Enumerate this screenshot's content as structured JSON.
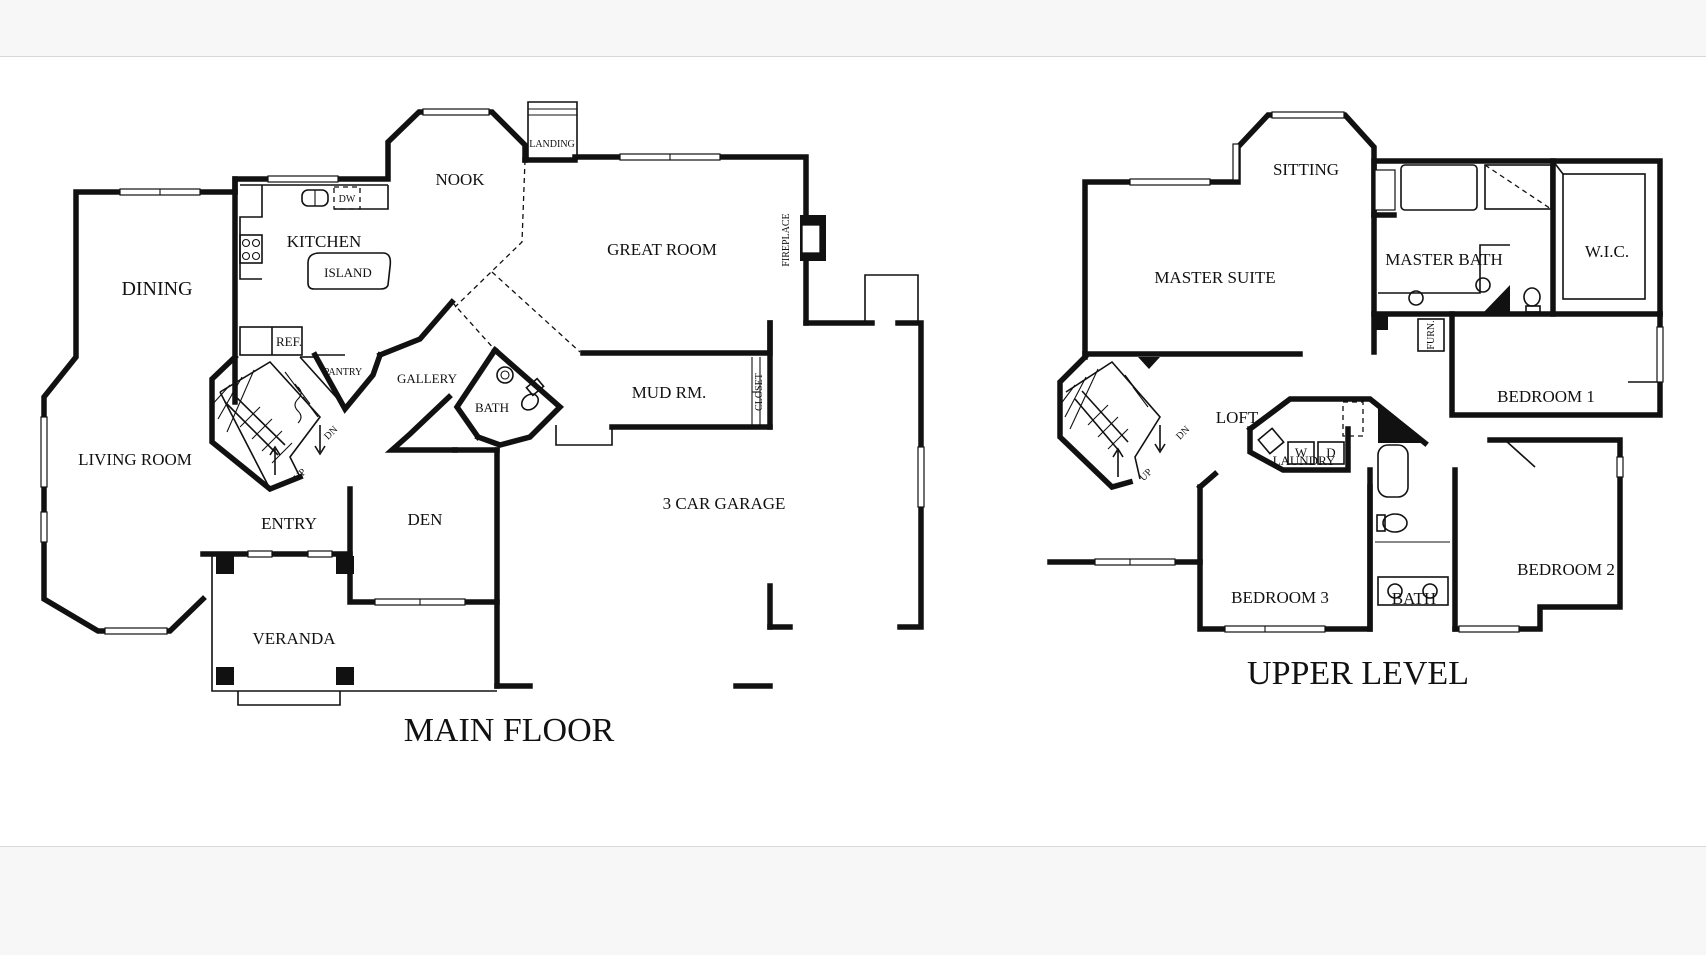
{
  "main_floor": {
    "title": "MAIN FLOOR",
    "rooms": {
      "nook": "NOOK",
      "landing": "LANDING",
      "kitchen": "KITCHEN",
      "dw": "DW",
      "island": "ISLAND",
      "great_room": "GREAT ROOM",
      "fireplace": "FIREPLACE",
      "dining": "DINING",
      "ref": "REF.",
      "pantry": "PANTRY",
      "gallery": "GALLERY",
      "bath": "BATH",
      "mud_room": "MUD RM.",
      "closet": "CLOSET",
      "living_room": "LIVING ROOM",
      "entry": "ENTRY",
      "den": "DEN",
      "garage": "3 CAR GARAGE",
      "veranda": "VERANDA",
      "stair_up": "UP",
      "stair_down": "DN"
    }
  },
  "upper_level": {
    "title": "UPPER LEVEL",
    "rooms": {
      "sitting": "SITTING",
      "master_suite": "MASTER SUITE",
      "master_bath": "MASTER BATH",
      "wic": "W.I.C.",
      "furn": "FURN.",
      "loft": "LOFT",
      "bedroom1": "BEDROOM 1",
      "laundry": "LAUNDRY",
      "washer": "W",
      "dryer": "D",
      "bedroom2": "BEDROOM 2",
      "bedroom3": "BEDROOM 3",
      "bath": "BATH",
      "stair_up": "UP",
      "stair_down": "DN"
    }
  }
}
